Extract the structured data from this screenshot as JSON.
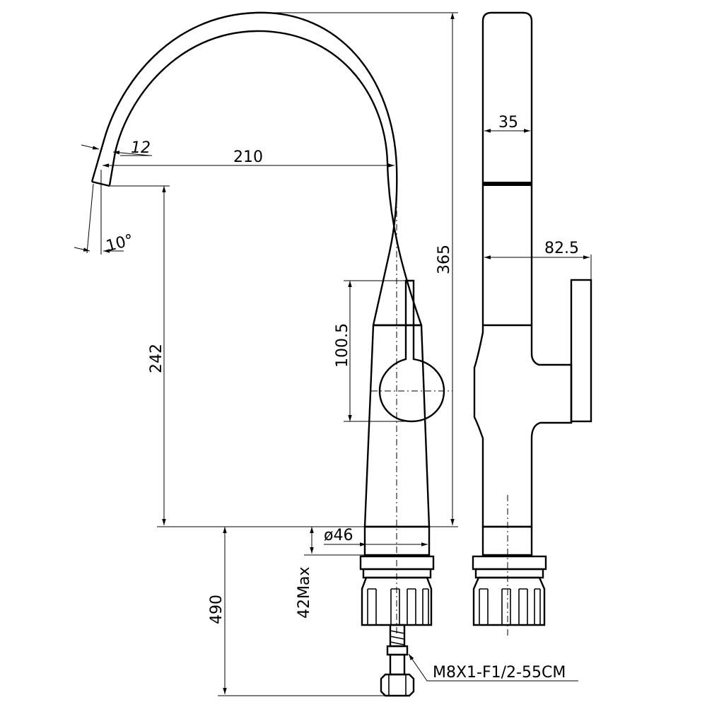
{
  "drawing": {
    "dimensions": {
      "spout_tube": "12",
      "spout_reach": "210",
      "spout_angle": "10°",
      "outlet_height": "242",
      "total_height": "365",
      "lever_height": "100.5",
      "body_diameter": "ø46",
      "counter_thickness": "42Max",
      "hose_length": "490",
      "side_width": "35",
      "side_depth": "82.5"
    },
    "callout": "M8X1-F1/2-55CM",
    "line_color": "#000000",
    "background": "#ffffff"
  }
}
